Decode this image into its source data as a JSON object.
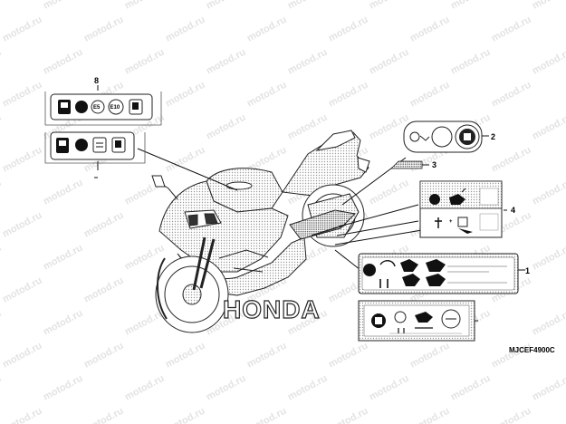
{
  "watermark": {
    "text": "motod.ru"
  },
  "callouts": {
    "c1": "1",
    "c2": "2",
    "c3": "3",
    "c4": "4",
    "c8": "8"
  },
  "label_icons": {
    "e5": "E5",
    "e10": "E10"
  },
  "brand_text": "HONDA",
  "diagram_code": "MJCEF4900C"
}
